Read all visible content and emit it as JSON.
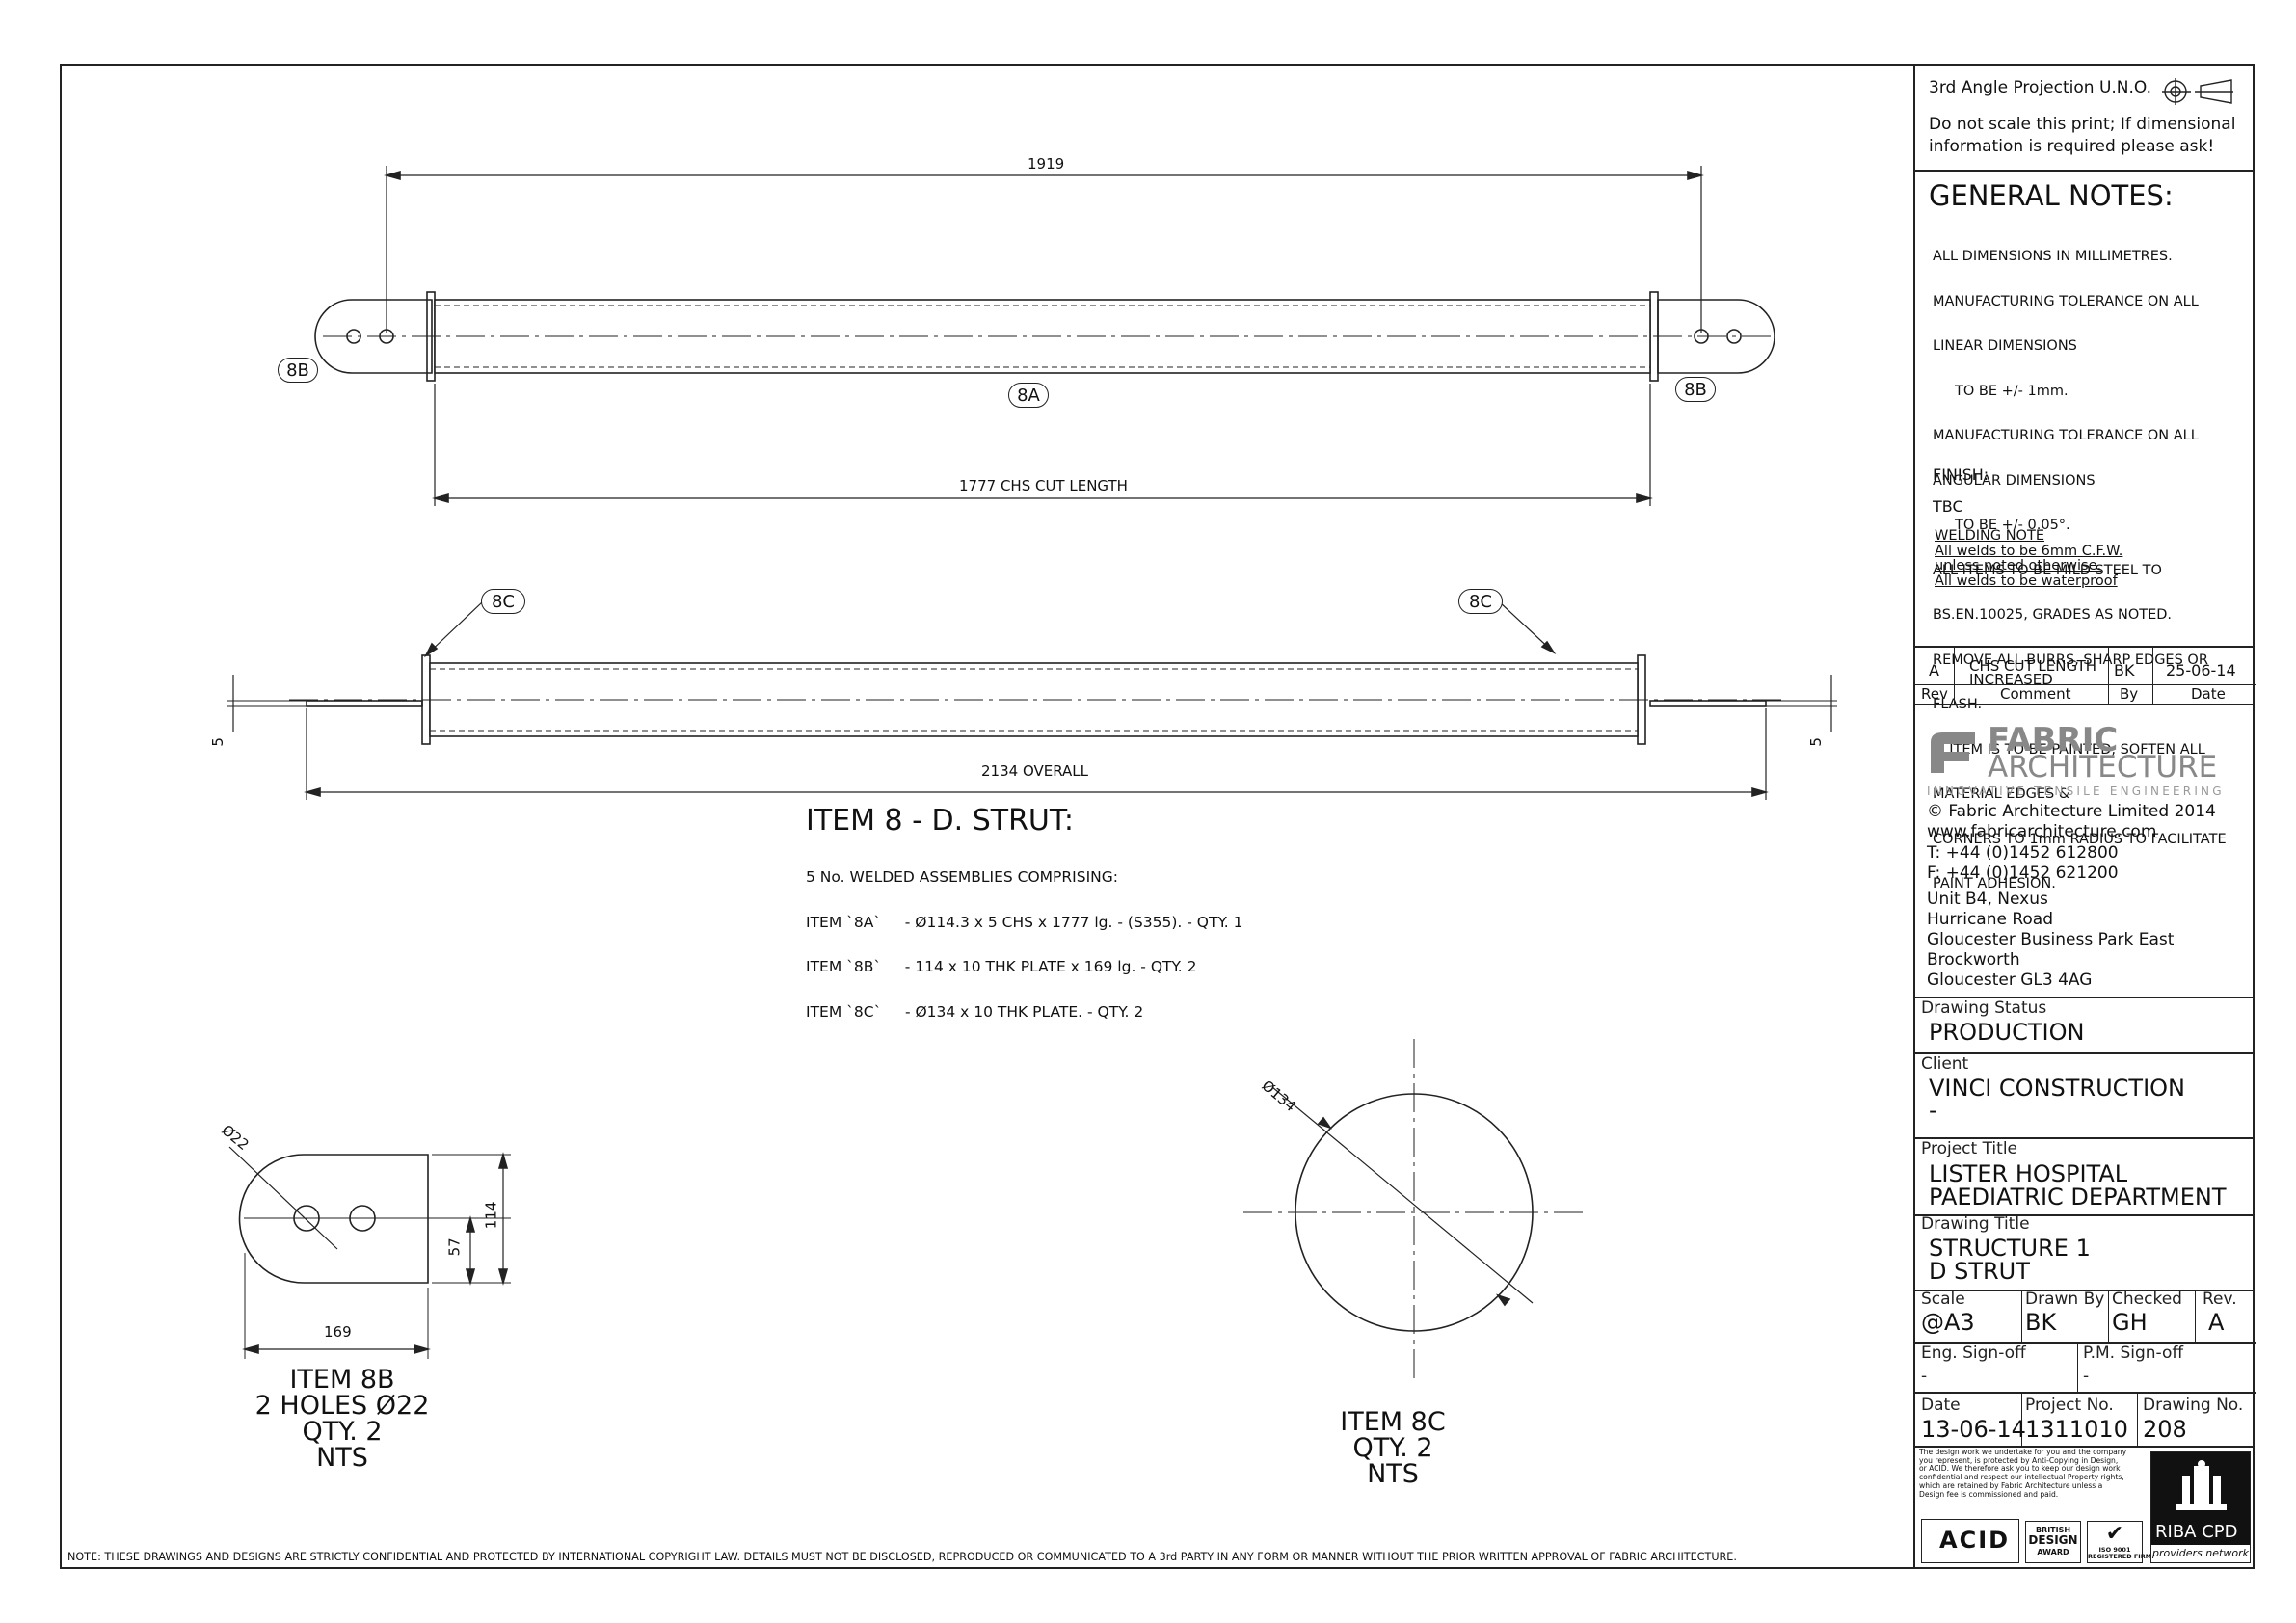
{
  "drawing": {
    "dim_1919": "1919",
    "dim_1777": "1777 CHS CUT LENGTH",
    "dim_2134": "2134 OVERALL",
    "dim_5_left": "5",
    "dim_5_right": "5",
    "callout_8a": "8A",
    "callout_8b_left": "8B",
    "callout_8b_right": "8B",
    "callout_8c_left": "8C",
    "callout_8c_right": "8C",
    "item8_title": "ITEM 8 - D. STRUT:",
    "item8_lines": [
      "5 No. WELDED ASSEMBLIES COMPRISING:",
      "ITEM `8A`     - Ø114.3 x 5 CHS x 1777 lg. - (S355). - QTY. 1",
      "ITEM `8B`     - 114 x 10 THK PLATE x 169 lg. - QTY. 2",
      "ITEM `8C`     - Ø134 x 10 THK PLATE. - QTY. 2"
    ],
    "plate_dia": "Ø22",
    "plate_width": "169",
    "plate_height": "114",
    "plate_half": "57",
    "item8b_label": [
      "ITEM 8B",
      "2 HOLES Ø22",
      "QTY. 2",
      "NTS"
    ],
    "disc_dia": "Ø134",
    "item8c_label": [
      "ITEM 8C",
      "QTY. 2",
      "NTS"
    ],
    "footer_note": "NOTE: THESE DRAWINGS AND DESIGNS ARE STRICTLY CONFIDENTIAL AND PROTECTED BY INTERNATIONAL COPYRIGHT LAW. DETAILS MUST NOT BE DISCLOSED, REPRODUCED OR COMMUNICATED TO A 3rd PARTY IN ANY FORM OR MANNER WITHOUT THE PRIOR WRITTEN APPROVAL OF FABRIC ARCHITECTURE."
  },
  "title_block": {
    "projection": "3rd Angle Projection U.N.O.",
    "do_not_scale": [
      "Do not scale this print; If dimensional",
      "information is required please ask!"
    ],
    "general_notes_heading": "GENERAL NOTES:",
    "general_notes": [
      "ALL DIMENSIONS IN MILLIMETRES.",
      "MANUFACTURING TOLERANCE ON ALL",
      "LINEAR DIMENSIONS",
      "     TO BE +/- 1mm.",
      "MANUFACTURING TOLERANCE ON ALL",
      "ANGULAR DIMENSIONS",
      "     TO BE +/- 0.05°.",
      "ALL ITEMS TO BE MILD STEEL TO",
      "BS.EN.10025, GRADES AS NOTED.",
      "REMOVE ALL BURRS, SHARP EDGES OR",
      "FLASH.",
      "IF ITEM IS TO BE PAINTED, SOFTEN ALL",
      "MATERIAL EDGES &",
      "CORNERS TO 1mm RADIUS TO FACILITATE",
      "PAINT ADHESION."
    ],
    "finish_label": "FINISH:",
    "finish_value": "TBC",
    "welding_note": [
      "WELDING NOTE",
      "All welds to be 6mm C.F.W.",
      "unless noted otherwise.",
      "All welds to be waterproof"
    ],
    "rev_row": {
      "rev": "A",
      "comment": [
        "CHS CUT LENGTH",
        "INCREASED"
      ],
      "by": "BK",
      "date": "25-06-14"
    },
    "rev_header": {
      "rev": "Rev",
      "comment": "Comment",
      "by": "By",
      "date": "Date"
    },
    "company": {
      "name1": "FABRIC",
      "name2": "ARCHITECTURE",
      "tagline": "INNOVATIVE TENSILE ENGINEERING",
      "copyright": "© Fabric Architecture Limited 2014",
      "web": "www.fabricarchitecture.com",
      "tel": "T: +44 (0)1452 612800",
      "fax": "F: +44 (0)1452 621200",
      "address": [
        "Unit B4, Nexus",
        "Hurricane Road",
        "Gloucester Business Park East",
        "Brockworth",
        "Gloucester GL3 4AG"
      ]
    },
    "drawing_status_label": "Drawing Status",
    "drawing_status": "PRODUCTION",
    "client_label": "Client",
    "client": "VINCI CONSTRUCTION",
    "client_sub": "-",
    "project_title_label": "Project Title",
    "project_title": [
      "LISTER HOSPITAL",
      "PAEDIATRIC DEPARTMENT"
    ],
    "drawing_title_label": "Drawing Title",
    "drawing_title": [
      "STRUCTURE 1",
      "D STRUT"
    ],
    "scale_label": "Scale",
    "scale": "@A3",
    "drawn_by_label": "Drawn By",
    "drawn_by": "BK",
    "checked_label": "Checked",
    "checked": "GH",
    "rev_label": "Rev.",
    "rev": "A",
    "eng_signoff_label": "Eng. Sign-off",
    "eng_signoff": "-",
    "pm_signoff_label": "P.M. Sign-off",
    "pm_signoff": "-",
    "date_label": "Date",
    "date": "13-06-14",
    "project_no_label": "Project No.",
    "project_no": "1311010",
    "drawing_no_label": "Drawing No.",
    "drawing_no": "208",
    "legal": [
      "The design work we undertake for you and the company",
      "you represent, is protected by Anti-Copying in Design,",
      "or ACID. We therefore ask you to keep our design work",
      "confidential and respect our intellectual Property rights,",
      "which are retained by Fabric Architecture unless a",
      "Design fee is commissioned and paid."
    ],
    "acid_text": "ACID",
    "british_design": [
      "BRITISH",
      "DESIGN",
      "AWARD"
    ],
    "iso": [
      "ISO 9001",
      "REGISTERED FIRM"
    ],
    "riba": [
      "RIBA CPD",
      "providers network"
    ]
  }
}
